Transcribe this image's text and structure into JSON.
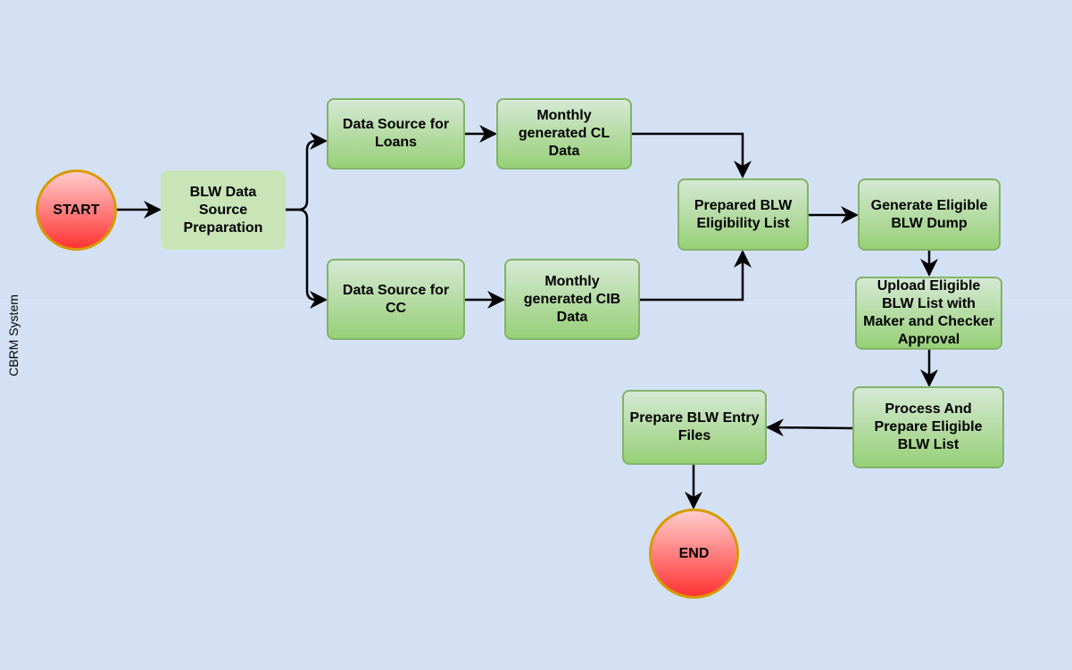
{
  "lane": {
    "label": "CBRM System"
  },
  "nodes": {
    "start": "START",
    "blw_prep": "BLW Data Source Preparation",
    "src_loans": "Data Source for Loans",
    "cl_data": "Monthly generated CL Data",
    "src_cc": "Data Source for CC",
    "cib_data": "Monthly generated CIB Data",
    "prepared_list": "Prepared BLW Eligibility List",
    "gen_dump": "Generate Eligible BLW Dump",
    "upload": "Upload Eligible BLW List with Maker and Checker Approval",
    "process": "Process And Prepare Eligible BLW List",
    "entry_files": "Prepare BLW Entry Files",
    "end": "END"
  },
  "colors": {
    "background": "#d4e1f5",
    "box_fill": "#97d077",
    "box_border": "#82b366",
    "circle_fill": "#ff3333",
    "circle_border": "#d79b00",
    "arrow": "#000000"
  }
}
